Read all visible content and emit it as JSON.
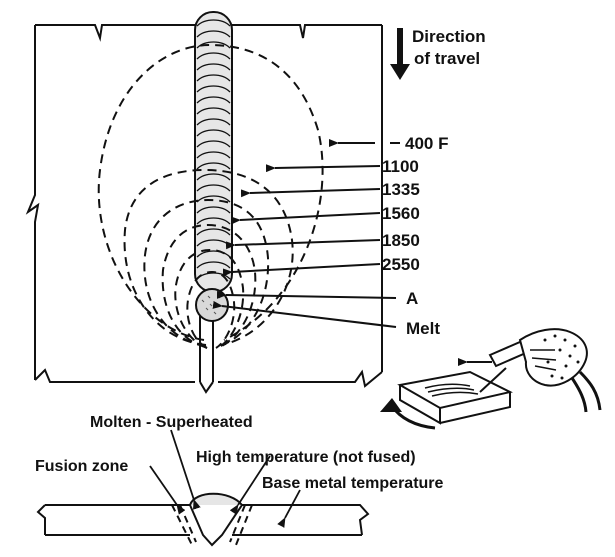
{
  "colors": {
    "ink": "#111111",
    "paper": "#ffffff",
    "bead": "#d9d9d9"
  },
  "direction": {
    "line1": "Direction",
    "line2": "of travel"
  },
  "temperature_labels": [
    "400 F",
    "1100",
    "1335",
    "1560",
    "1850",
    "2550",
    "A",
    "Melt"
  ],
  "cross_section": {
    "molten": "Molten - Superheated",
    "fusion": "Fusion zone",
    "high_temp": "High temperature (not fused)",
    "base_metal": "Base metal temperature"
  },
  "icons": [
    "down-arrow-icon",
    "rotate-arrow-icon",
    "welding-torch-hand",
    "workpiece-block"
  ]
}
